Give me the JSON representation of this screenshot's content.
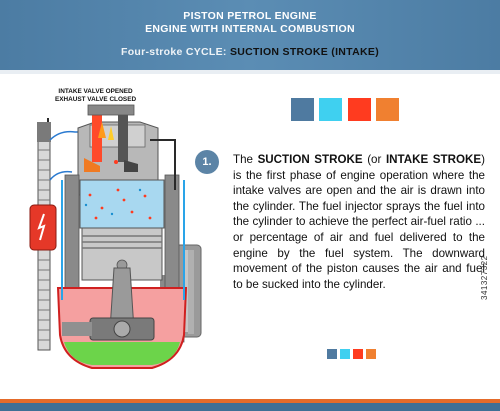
{
  "header": {
    "line1": "PISTON PETROL ENGINE",
    "line2": "ENGINE WITH INTERNAL COMBUSTION",
    "cycle_label": "Four-stroke CYCLE:",
    "stroke_name": "SUCTION STROKE (INTAKE)"
  },
  "diagram": {
    "valve_line1": "INTAKE VALVE OPENED",
    "valve_line2": "EXHAUST VALVE CLOSED"
  },
  "palette": {
    "swatches_large": [
      "#4f7aa0",
      "#3fd0f0",
      "#ff3b1f",
      "#f08030"
    ],
    "swatches_small": [
      "#4f7aa0",
      "#3fd0f0",
      "#ff3b1f",
      "#f08030"
    ]
  },
  "step": {
    "number": "1.",
    "text_intro": "The ",
    "text_bold1": "SUCTION STROKE",
    "text_mid1": " (or ",
    "text_bold2": "INTAKE STROKE",
    "text_rest": ") is the first phase of engine operation where the intake valves are open and the air is drawn into the cylinder. The fuel injector sprays the fuel into the cylinder to achieve the perfect air-fuel ratio ... or percentage of air and fuel delivered to the engine by the fuel system. The downward movement of the piston causes the air and fuel to be sucked into the cylinder."
  },
  "watermark": {
    "id": "341327322"
  }
}
